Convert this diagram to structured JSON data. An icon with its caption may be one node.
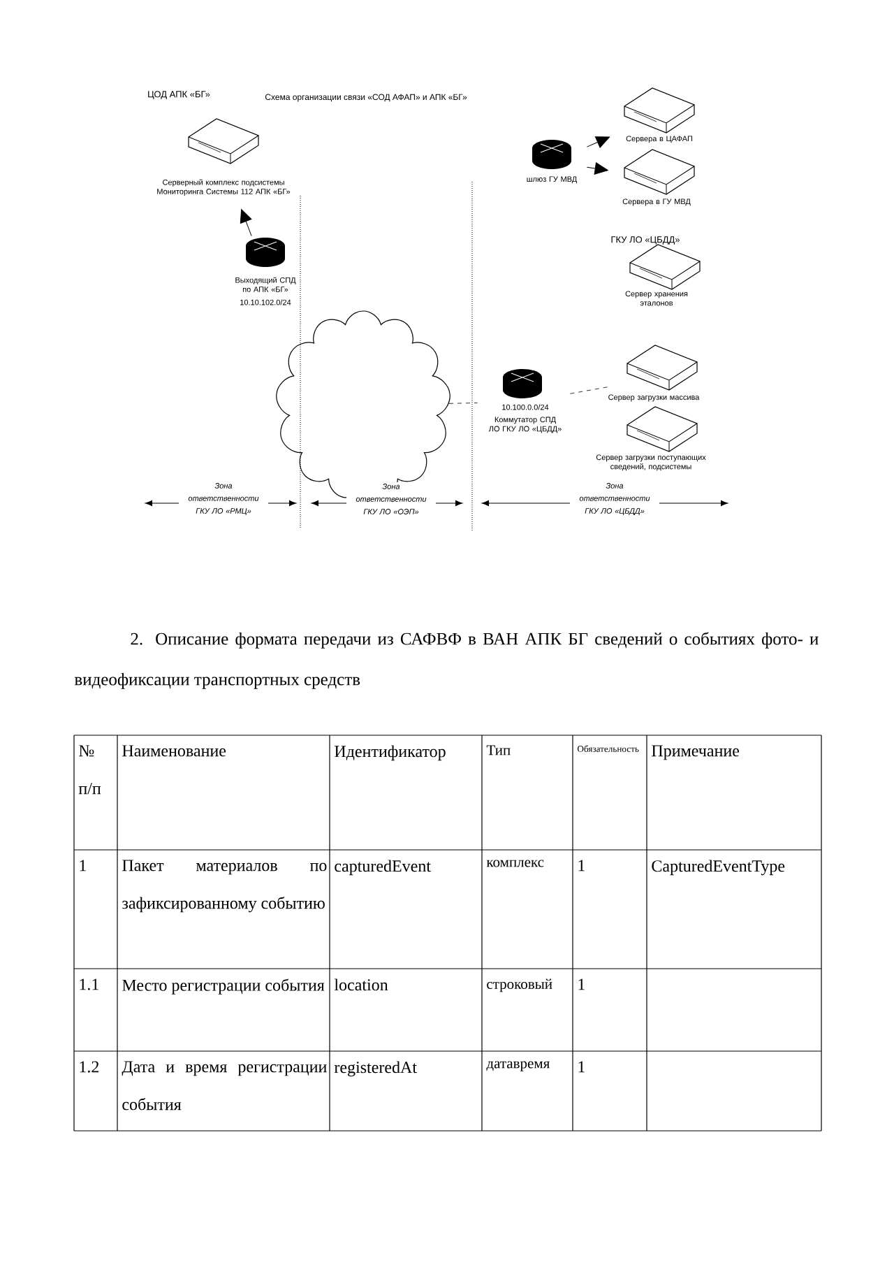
{
  "diagram": {
    "title": "Схема организации связи «СОД АФАП» и АПК «БГ»",
    "nodes": [
      {
        "text": [
          "Серверный комплекс подсистемы Мониторинга Системы 112 АПК «БГ»"
        ]
      },
      {
        "text": [
          "Выходящий СПД по АПК «БГ»",
          "10.10.102.0/24"
        ]
      },
      {
        "text": [],
        "shape": "cloud"
      },
      {
        "text": [
          "шлюз ГУ МВД"
        ]
      },
      {
        "text": [
          "Сервера в ЦАФАП"
        ]
      },
      {
        "text": [
          "Сервера в ГУ МВД"
        ]
      },
      {
        "text": [
          "Сервер хранения эталонов"
        ]
      },
      {
        "text": [
          "10.100.0.0/24",
          "Коммутатор СПД ЛО ГКУ ЛО «ЦБДД»"
        ]
      },
      {
        "text": [
          "Сервер загрузки массива"
        ]
      },
      {
        "text": [
          "Сервер загрузки поступающих сведений, подсистемы"
        ]
      }
    ],
    "edges": [
      {
        "from": 1,
        "to": 0,
        "arrow": "to"
      },
      {
        "from": 2,
        "to": 7,
        "arrow": "none",
        "style": "dashed"
      },
      {
        "from": 7,
        "to": 8,
        "arrow": "none",
        "style": "dashed"
      },
      {
        "from": 3,
        "to": 4,
        "arrow": "to"
      },
      {
        "from": 3,
        "to": 5,
        "arrow": "to"
      }
    ],
    "labels": [
      "ЦОД АПК «БГ»",
      "ГКУ ЛО «ЦБДД»",
      "Зона ответственности ГКУ ЛО «РМЦ»",
      "Зона ответственности ГКУ ЛО «ОЭП»",
      "Зона ответственности ГКУ ЛО «ЦБДД»",
      "2. Описание формата передачи из САФВФ в ВАН АПК БГ сведений о событиях фото- и видеофиксации транспортных средств",
      "№ п/п",
      "Наименование",
      "Идентификатор",
      "Тип",
      "Обязательность",
      "Примечание",
      "1",
      "Пакет материалов по зафиксированному событию",
      "capturedEvent",
      "комплекс",
      "1",
      "CapturedEventType",
      "1.1",
      "Место регистрации события",
      "location",
      "строковый",
      "1",
      "1.2",
      "Дата и время регистрации события",
      "registeredAt",
      "датавремя",
      "1"
    ]
  }
}
